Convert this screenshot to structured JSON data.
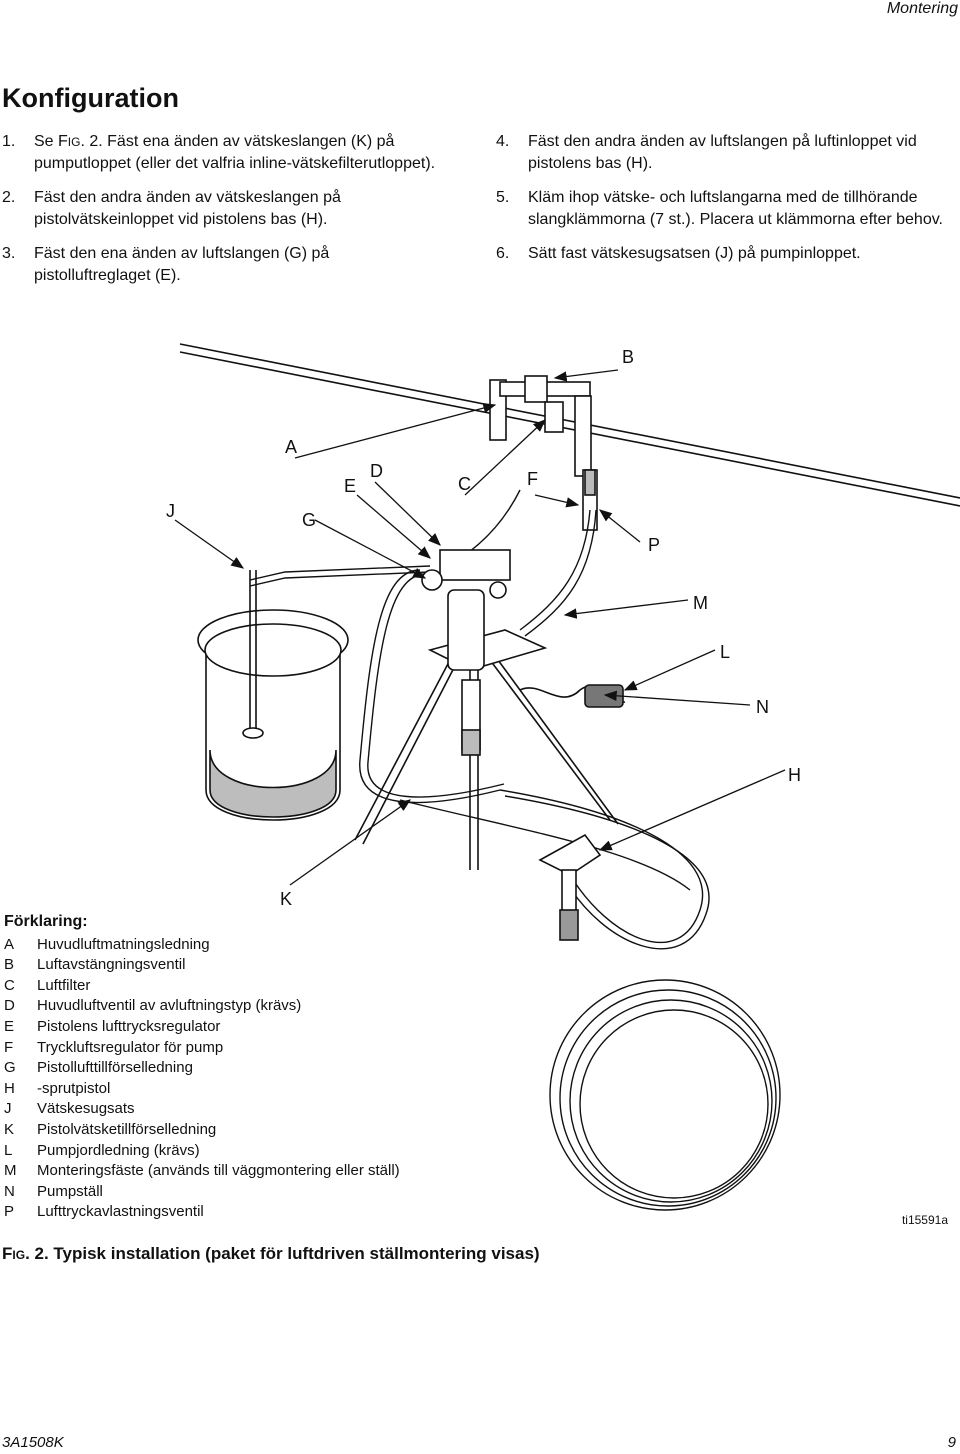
{
  "header": {
    "section": "Montering"
  },
  "heading": "Konfiguration",
  "steps_left": [
    {
      "num": "1.",
      "pre": "Se F",
      "sc": "IG",
      "post": ". 2. Fäst ena änden av vätskeslangen (K) på pumputloppet (eller det valfria inline-vätskefilterutloppet)."
    },
    {
      "num": "2.",
      "text": "Fäst den andra änden av vätskeslangen på pistolvätskeinloppet vid pistolens bas (H)."
    },
    {
      "num": "3.",
      "text": "Fäst den ena änden av luftslangen (G) på pistolluftreglaget (E)."
    }
  ],
  "steps_right": [
    {
      "num": "4.",
      "text": "Fäst den andra änden av luftslangen på luftinloppet vid pistolens bas (H)."
    },
    {
      "num": "5.",
      "text": "Kläm ihop vätske- och luftslangarna med de tillhörande slangklämmorna (7 st.). Placera ut klämmorna efter behov."
    },
    {
      "num": "6.",
      "text": "Sätt fast vätskesugsatsen (J) på pumpinloppet."
    }
  ],
  "callouts": {
    "A": "A",
    "B": "B",
    "C": "C",
    "D": "D",
    "E": "E",
    "F": "F",
    "G": "G",
    "H": "H",
    "J": "J",
    "K": "K",
    "L": "L",
    "M": "M",
    "N": "N",
    "P": "P"
  },
  "legend": {
    "title": "Förklaring:",
    "items": [
      {
        "key": "A",
        "label": "Huvudluftmatningsledning"
      },
      {
        "key": "B",
        "label": "Luftavstängningsventil"
      },
      {
        "key": "C",
        "label": "Luftfilter"
      },
      {
        "key": "D",
        "label": "Huvudluftventil av avluftningstyp (krävs)"
      },
      {
        "key": "E",
        "label": "Pistolens lufttrycksregulator"
      },
      {
        "key": "F",
        "label": "Tryckluftsregulator för pump"
      },
      {
        "key": "G",
        "label": "Pistollufttillförselledning"
      },
      {
        "key": "H",
        "label": "-sprutpistol"
      },
      {
        "key": "J",
        "label": "Vätskesugsats"
      },
      {
        "key": "K",
        "label": "Pistolvätsketillförselledning"
      },
      {
        "key": "L",
        "label": "Pumpjordledning (krävs)"
      },
      {
        "key": "M",
        "label": "Monteringsfäste (används till väggmontering eller ställ)"
      },
      {
        "key": "N",
        "label": "Pumpställ"
      },
      {
        "key": "P",
        "label": "Lufttryckavlastningsventil"
      }
    ]
  },
  "figure_ref": "ti15591a",
  "caption": {
    "pre": "F",
    "sc": "IG",
    "post": ". 2. Typisk installation (paket för luftdriven ställmontering visas)"
  },
  "footer": {
    "doc_id": "3A1508K",
    "page": "9"
  }
}
